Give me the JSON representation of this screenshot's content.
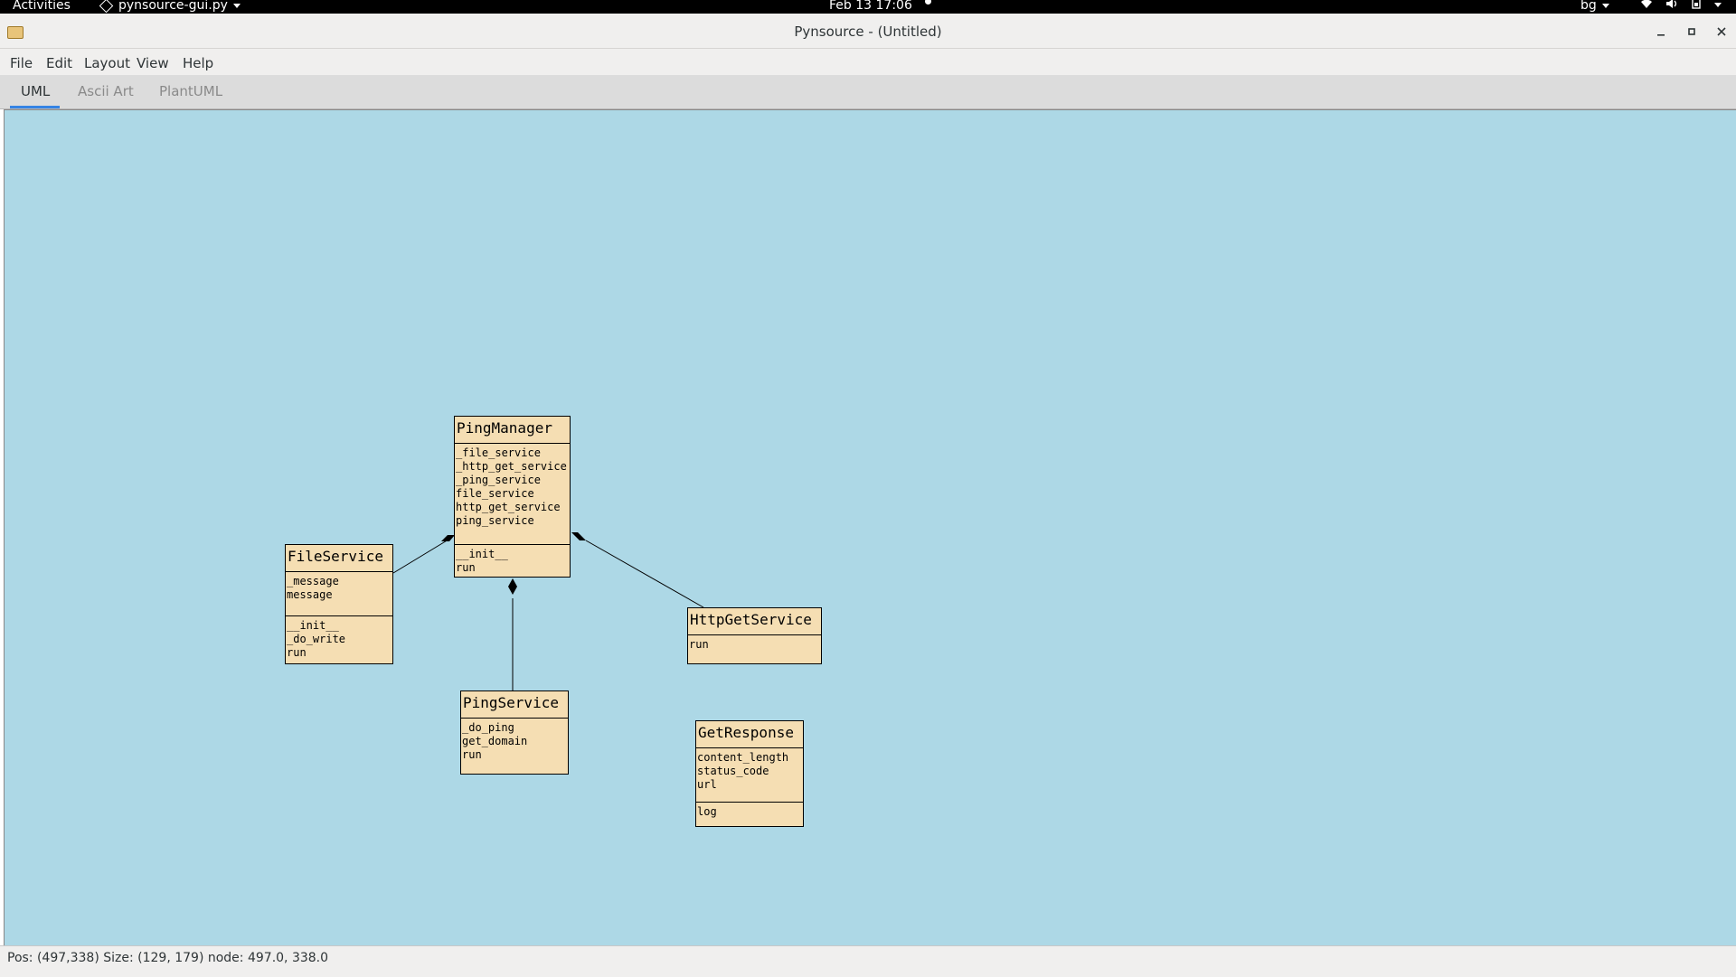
{
  "topbar": {
    "activities": "Activities",
    "app_name": "pynsource-gui.py",
    "clock": "Feb 13  17:06",
    "lang": "bg"
  },
  "window": {
    "title": "Pynsource - (Untitled)"
  },
  "menu": {
    "file": "File",
    "edit": "Edit",
    "layout": "Layout",
    "view": "View",
    "help": "Help"
  },
  "tabs": {
    "uml": "UML",
    "ascii": "Ascii Art",
    "plantuml": "PlantUML"
  },
  "classes": {
    "ping_manager": {
      "name": "PingManager",
      "attributes": [
        "_file_service",
        "_http_get_service",
        "_ping_service",
        "file_service",
        "http_get_service",
        "ping_service"
      ],
      "methods": [
        "__init__",
        "run"
      ]
    },
    "file_service": {
      "name": "FileService",
      "attributes": [
        "_message",
        "message"
      ],
      "methods": [
        "__init__",
        "_do_write",
        "run"
      ]
    },
    "http_get_service": {
      "name": "HttpGetService",
      "methods": [
        "run"
      ]
    },
    "ping_service": {
      "name": "PingService",
      "methods": [
        "_do_ping",
        "get_domain",
        "run"
      ]
    },
    "get_response": {
      "name": "GetResponse",
      "attributes": [
        "content_length",
        "status_code",
        "url"
      ],
      "methods": [
        "log"
      ]
    }
  },
  "status": {
    "text": "Pos: (497,338)  Size: (129, 179)  node: 497.0, 338.0"
  }
}
